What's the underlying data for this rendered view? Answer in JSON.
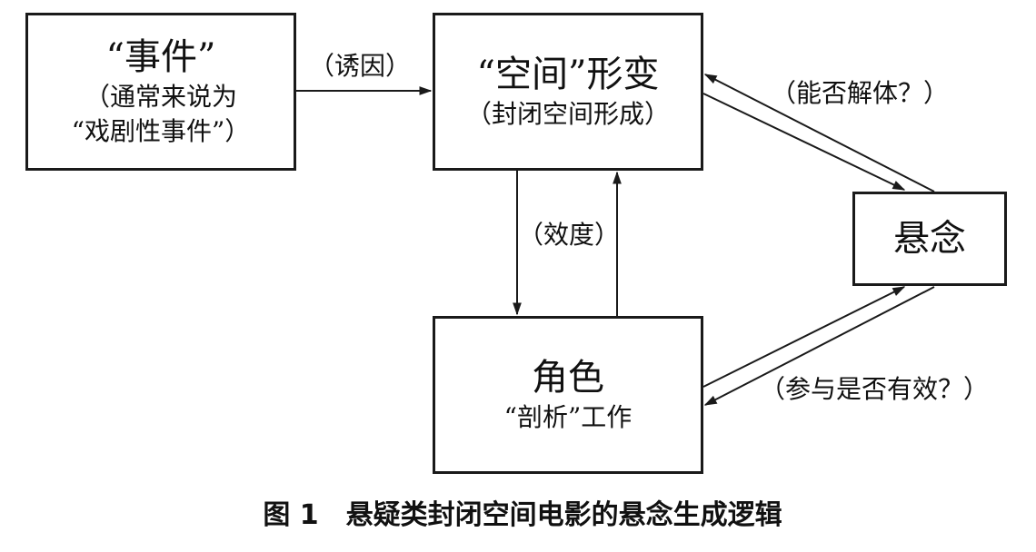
{
  "boxes": {
    "event": {
      "title": "“事件”",
      "line1": "（通常来说为",
      "line2": "“戏剧性事件”）"
    },
    "space": {
      "title": "“空间”形变",
      "subtitle": "（封闭空间形成）"
    },
    "suspense": {
      "title": "悬念"
    },
    "role": {
      "title": "角色",
      "subtitle": "“剖析”工作"
    }
  },
  "edge_labels": {
    "inducement": "（诱因）",
    "effect": "（效度）",
    "dissolve": "（能否解体？）",
    "participate": "（参与是否有效？）"
  },
  "caption": {
    "figure_number": "图 1",
    "title": "悬疑类封闭空间电影的悬念生成逻辑"
  },
  "colors": {
    "stroke": "#1a1a1a",
    "text": "#111111",
    "background": "#ffffff"
  }
}
